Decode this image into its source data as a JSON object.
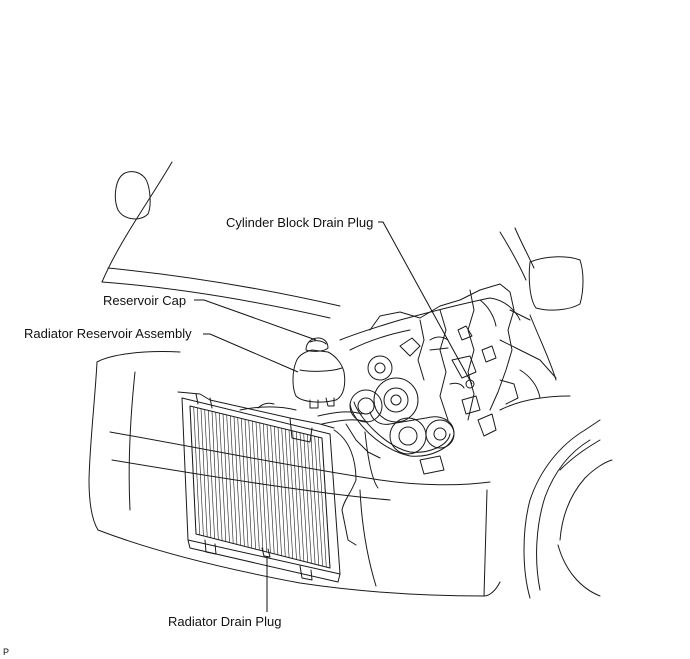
{
  "labels": {
    "cylinder_block_drain_plug": "Cylinder Block Drain Plug",
    "reservoir_cap": "Reservoir Cap",
    "radiator_reservoir_assembly": "Radiator Reservoir Assembly",
    "radiator_drain_plug": "Radiator Drain Plug"
  },
  "corner_code": "P"
}
